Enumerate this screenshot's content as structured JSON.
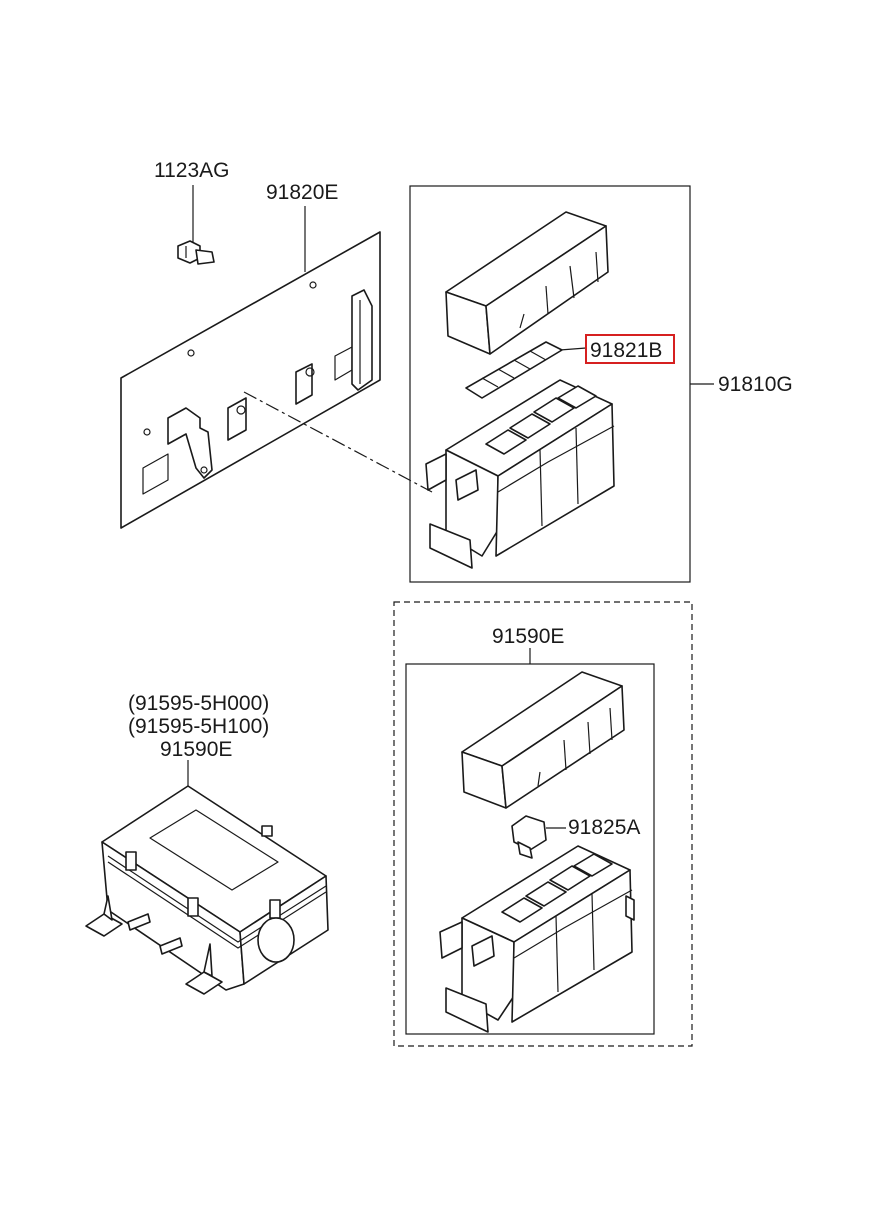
{
  "labels": {
    "bolt": "1123AG",
    "bracket_plate": "91820E",
    "highlighted_part": "91821B",
    "junction_block_assembly": "91810G",
    "optional_assembly": "91590E",
    "relay": "91825A",
    "alt_part_1": "(91595-5H000)",
    "alt_part_2": "(91595-5H100)",
    "alt_part_3": "91590E"
  },
  "colors": {
    "line": "#1a1a1a",
    "highlight": "#d62020",
    "background": "#ffffff"
  }
}
